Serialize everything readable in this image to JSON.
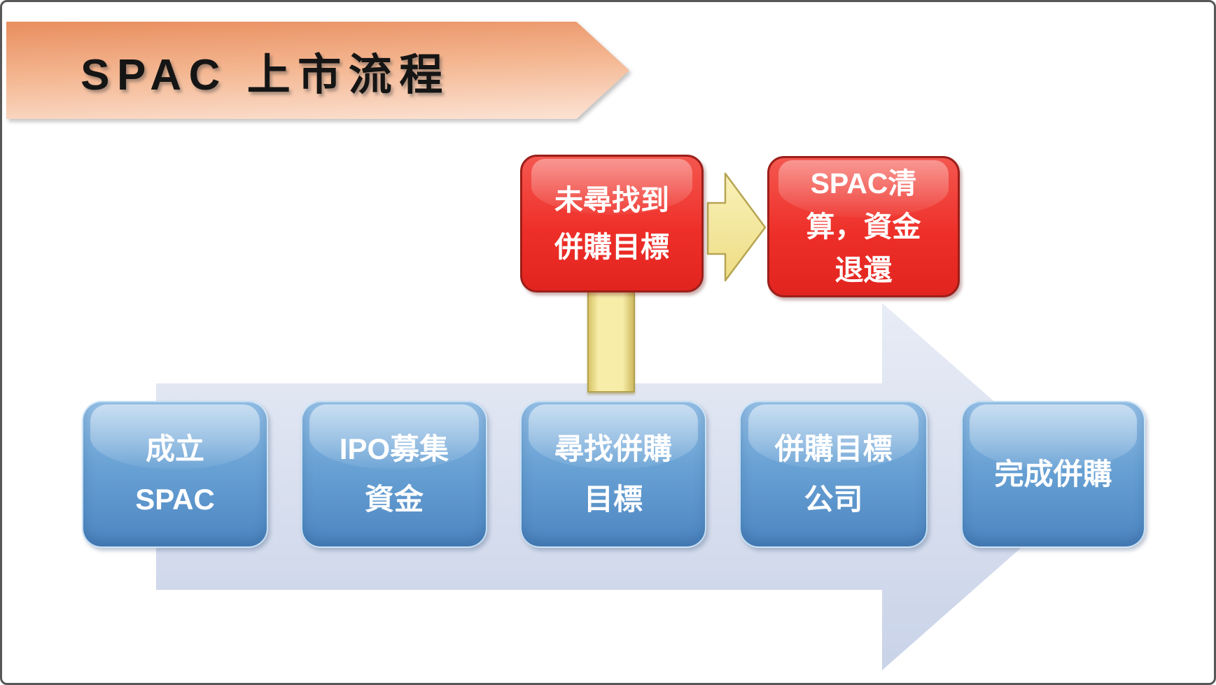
{
  "title": {
    "text": "SPAC 上市流程"
  },
  "branch": {
    "not_found_box": {
      "label": "未尋找到\n併購目標"
    },
    "arrow_icon": "right-block-arrow",
    "liquidation_box": {
      "label": "SPAC清\n算，資金\n退還"
    }
  },
  "flow": {
    "steps": [
      {
        "label": "成立\nSPAC"
      },
      {
        "label": "IPO募集\n資金"
      },
      {
        "label": "尋找併購\n目標"
      },
      {
        "label": "併購目標\n公司"
      },
      {
        "label": "完成併購"
      }
    ]
  },
  "theme": {
    "frame-border": "#575757",
    "banner-top": "#e98e5f",
    "banner-bottom": "#fce4d6",
    "red-fill": "#ee2f29",
    "red-border": "#9c1f1a",
    "blue-fill": "#4d86c1",
    "band-top": "#e8ecf6",
    "band-bottom": "#c9d3e8",
    "connector-fill": "#f7eda9",
    "connector-border": "#b3a14e"
  }
}
